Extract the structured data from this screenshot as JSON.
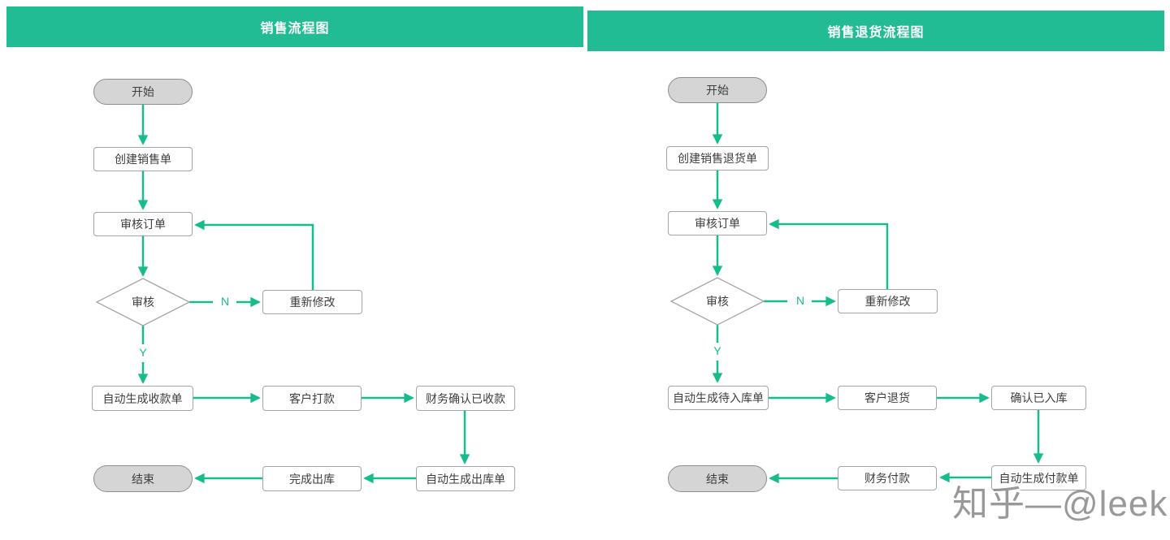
{
  "watermark": {
    "text": "知乎—@leek"
  },
  "colors": {
    "header_green": "#21BC93",
    "arrow_green": "#16BC8C",
    "shape_border": "#A5A5A5",
    "terminal_fill": "#D5D5D5"
  },
  "left_chart": {
    "title": "销售流程图",
    "nodes": {
      "start": "开始",
      "create_order": "创建销售单",
      "review_order": "审核订单",
      "decision": "审核",
      "branch_no": "N",
      "branch_yes": "Y",
      "revise": "重新修改",
      "auto_receipt": "自动生成收款单",
      "customer_payment": "客户打款",
      "finance_confirm": "财务确认已收款",
      "auto_outbound": "自动生成出库单",
      "complete_outbound": "完成出库",
      "end": "结束"
    }
  },
  "right_chart": {
    "title": "销售退货流程图",
    "nodes": {
      "start": "开始",
      "create_return": "创建销售退货单",
      "review_order": "审核订单",
      "decision": "审核",
      "branch_no": "N",
      "branch_yes": "Y",
      "revise": "重新修改",
      "auto_pending_inbound": "自动生成待入库单",
      "customer_return": "客户退货",
      "confirm_inbound": "确认已入库",
      "auto_payment": "自动生成付款单",
      "finance_payment": "财务付款",
      "end": "结束"
    }
  }
}
